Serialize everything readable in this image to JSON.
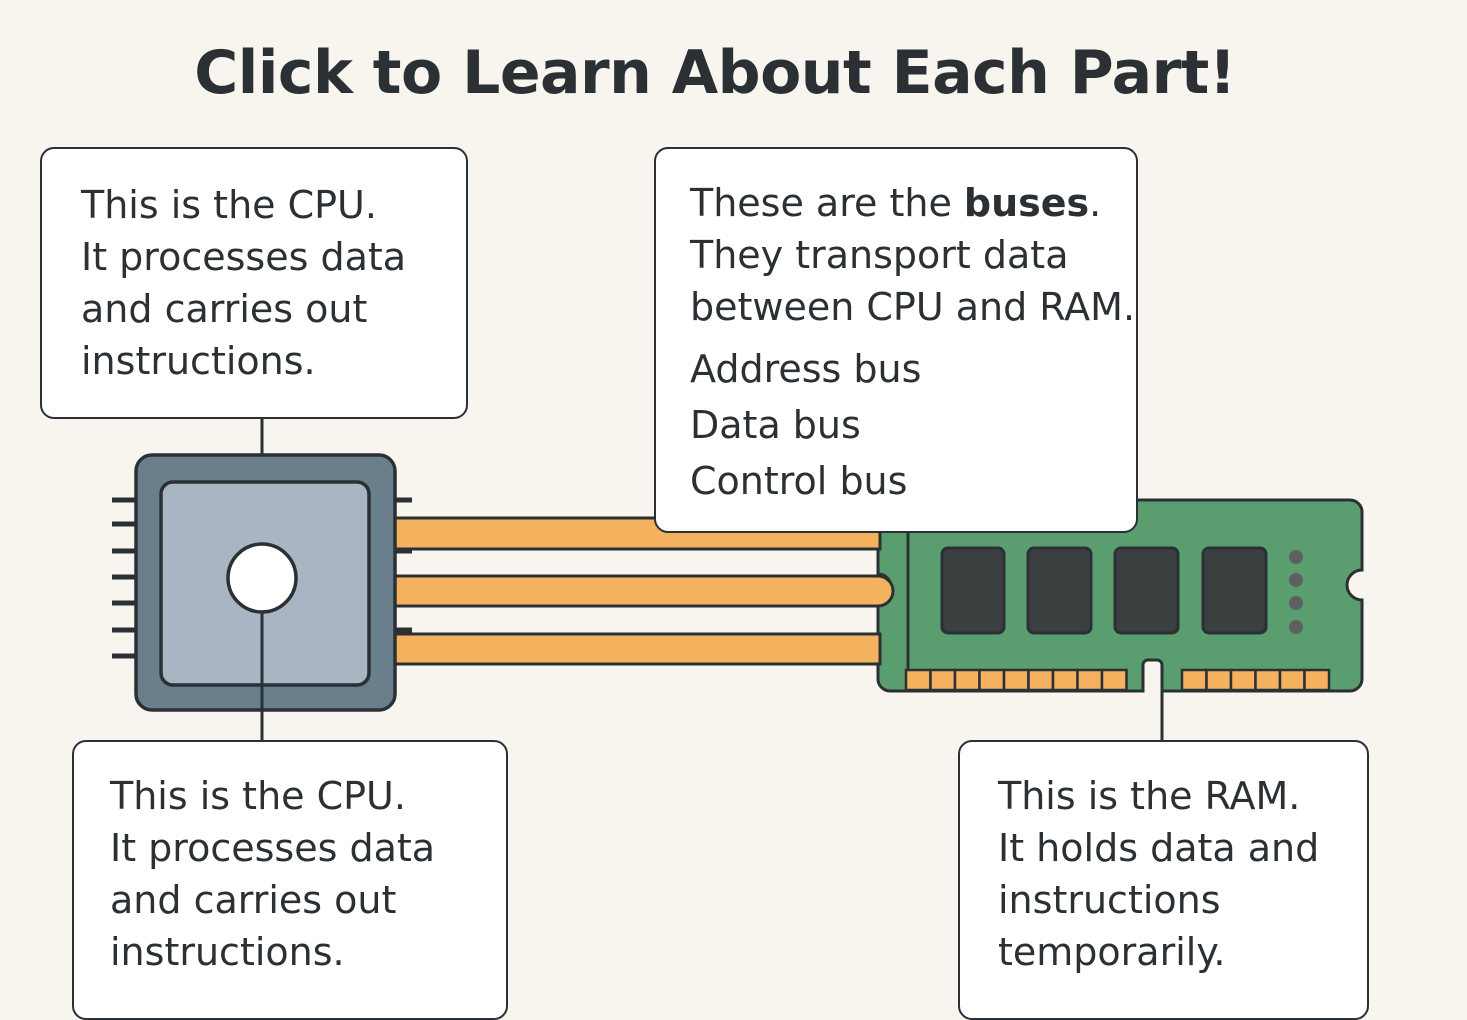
{
  "title": "Click to Learn About Each Part!",
  "cpu_box": {
    "lines": [
      "This is the CPU.",
      "It processes data",
      "and carries out",
      "instructions."
    ]
  },
  "bus_box": {
    "line1_prefix": "These are the ",
    "line1_bold": "buses",
    "line1_suffix": ".",
    "lines": [
      "They transport data",
      "between CPU and RAM."
    ],
    "bus_types": [
      "Address bus",
      "Data bus",
      "Control bus"
    ]
  },
  "cpu_box_bottom": {
    "lines": [
      "This is the CPU.",
      "It processes data",
      "and carries out",
      "instructions."
    ]
  },
  "ram_box": {
    "lines": [
      "This is the RAM.",
      "It holds data and",
      "instructions",
      "temporarily."
    ]
  },
  "colors": {
    "background": "#f8f4ee",
    "cpu_outer": "#6a7f8c",
    "cpu_inner": "#aab5c4",
    "bus": "#f4b25e",
    "ram_board": "#5a9e6f",
    "ram_chip": "#3a3f3f",
    "outline": "#2b3035"
  }
}
